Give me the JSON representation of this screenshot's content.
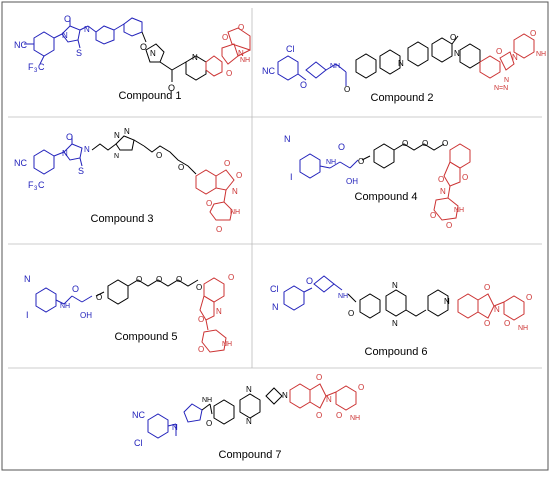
{
  "compounds": [
    {
      "label": "Compound 1"
    },
    {
      "label": "Compound 2"
    },
    {
      "label": "Compound 3"
    },
    {
      "label": "Compound 4"
    },
    {
      "label": "Compound 5"
    },
    {
      "label": "Compound 6"
    },
    {
      "label": "Compound 7"
    }
  ],
  "colors": {
    "ligand": "#2222bb",
    "linker": "#000000",
    "e3_ligand": "#cc3333"
  }
}
